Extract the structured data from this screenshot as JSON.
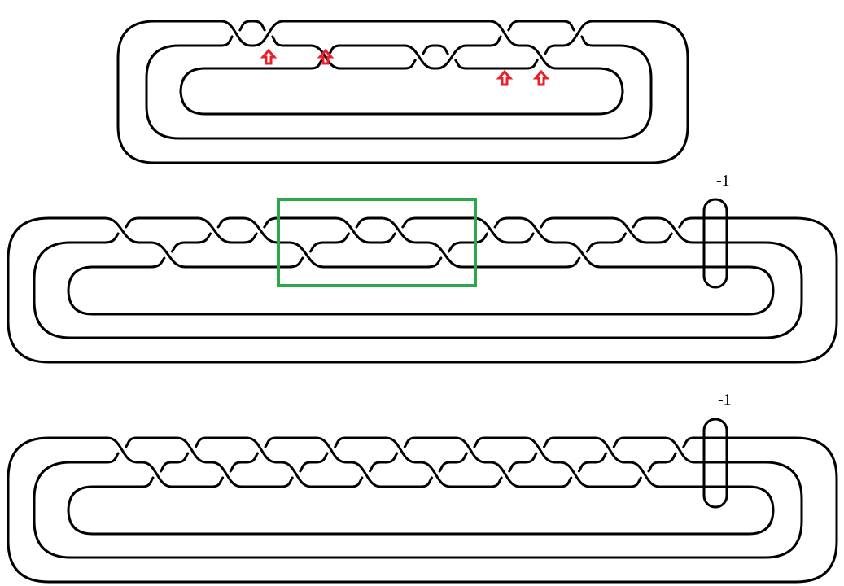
{
  "diagrams": [
    {
      "id": "top",
      "framing_label": "",
      "crossings": [
        {
          "sign": 1
        },
        {
          "sign": -1
        },
        {
          "sign": 1
        },
        {
          "sign": 1
        },
        {
          "sign": -1
        },
        {
          "sign": 1
        },
        {
          "sign": 1
        },
        {
          "sign": -1
        }
      ],
      "arrows_under_crossings": [
        1,
        2,
        5,
        6
      ]
    },
    {
      "id": "middle",
      "framing_label": "-1",
      "crossings": [
        {
          "sign": 1
        },
        {
          "sign": 1
        },
        {
          "sign": 1
        },
        {
          "sign": 1
        },
        {
          "sign": 1
        },
        {
          "sign": 1
        },
        {
          "sign": 1
        },
        {
          "sign": 1
        },
        {
          "sign": 1
        },
        {
          "sign": 1
        },
        {
          "sign": 1
        },
        {
          "sign": 1
        },
        {
          "sign": 1
        }
      ],
      "highlight_crossings": [
        4,
        7
      ]
    },
    {
      "id": "bottom",
      "framing_label": "-1",
      "crossings": [
        {
          "sign": 1
        },
        {
          "sign": 1
        },
        {
          "sign": 1
        },
        {
          "sign": 1
        },
        {
          "sign": 1
        },
        {
          "sign": 1
        },
        {
          "sign": 1
        },
        {
          "sign": 1
        },
        {
          "sign": 1
        },
        {
          "sign": 1
        },
        {
          "sign": 1
        },
        {
          "sign": 1
        },
        {
          "sign": 1
        },
        {
          "sign": 1
        },
        {
          "sign": 1
        },
        {
          "sign": 1
        },
        {
          "sign": 1
        }
      ]
    }
  ],
  "colors": {
    "strand": "#000000",
    "arrow": "#e8202a",
    "highlight_box": "#2aa84a"
  }
}
